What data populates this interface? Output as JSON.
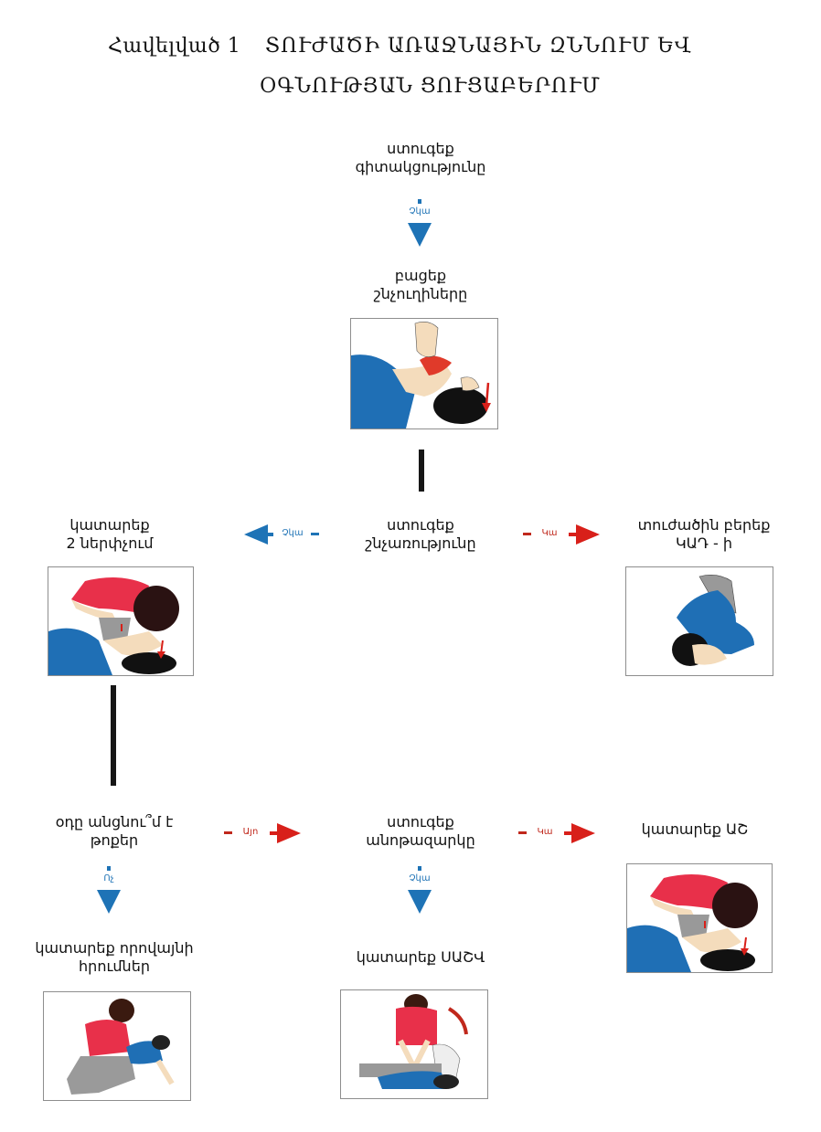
{
  "title": {
    "label": "Հավելված 1",
    "line1": "ՏՈՒԺԱԾԻ ԱՌԱՋՆԱՅԻՆ ԶՆՆՈՒՄ ԵՎ",
    "line2": "ՕԳՆՈՒԹՅԱՆ ՑՈՒՑԱԲԵՐՈՒՄ"
  },
  "nodes": {
    "check_consciousness": "ստուգեք\nգիտակցությունը",
    "open_airways": "բացեք\nշնչուղիները",
    "check_breathing": "ստուգեք\nշնչառությունը",
    "give_2_breaths": "կատարեք\n2  ներփչում",
    "recovery_position": "տուժածին բերեք\nԿԱԴ - ի",
    "air_into_lungs": "օդը անցնու՞մ է\nթոքեր",
    "check_pulse": "ստուգեք\nանոթազարկը",
    "do_rescue_breathing": "կատարեք ԱՇ",
    "abdominal_thrusts": "կատարեք որովայնի\nհրումներ",
    "do_cpr": "կատարեք ՍԱՇՎ"
  },
  "arrows": {
    "consciousness_to_airways": "Չկա",
    "breathing_absent": "Չկա",
    "breathing_present": "Կա",
    "air_yes": "Այո",
    "air_no": "Ոչ",
    "pulse_present": "Կա",
    "pulse_absent": "Չկա"
  },
  "illustrations": {
    "open_airways": "head-tilt-chin-lift",
    "give_2_breaths": "mouth-to-mouth",
    "recovery_position": "recovery-position",
    "do_rescue_breathing": "mouth-to-mouth",
    "abdominal_thrusts": "abdominal-thrust",
    "do_cpr": "chest-compressions"
  },
  "colors": {
    "no_arrow": "#1e73b6",
    "yes_arrow": "#d8201a",
    "connector": "#161616"
  }
}
